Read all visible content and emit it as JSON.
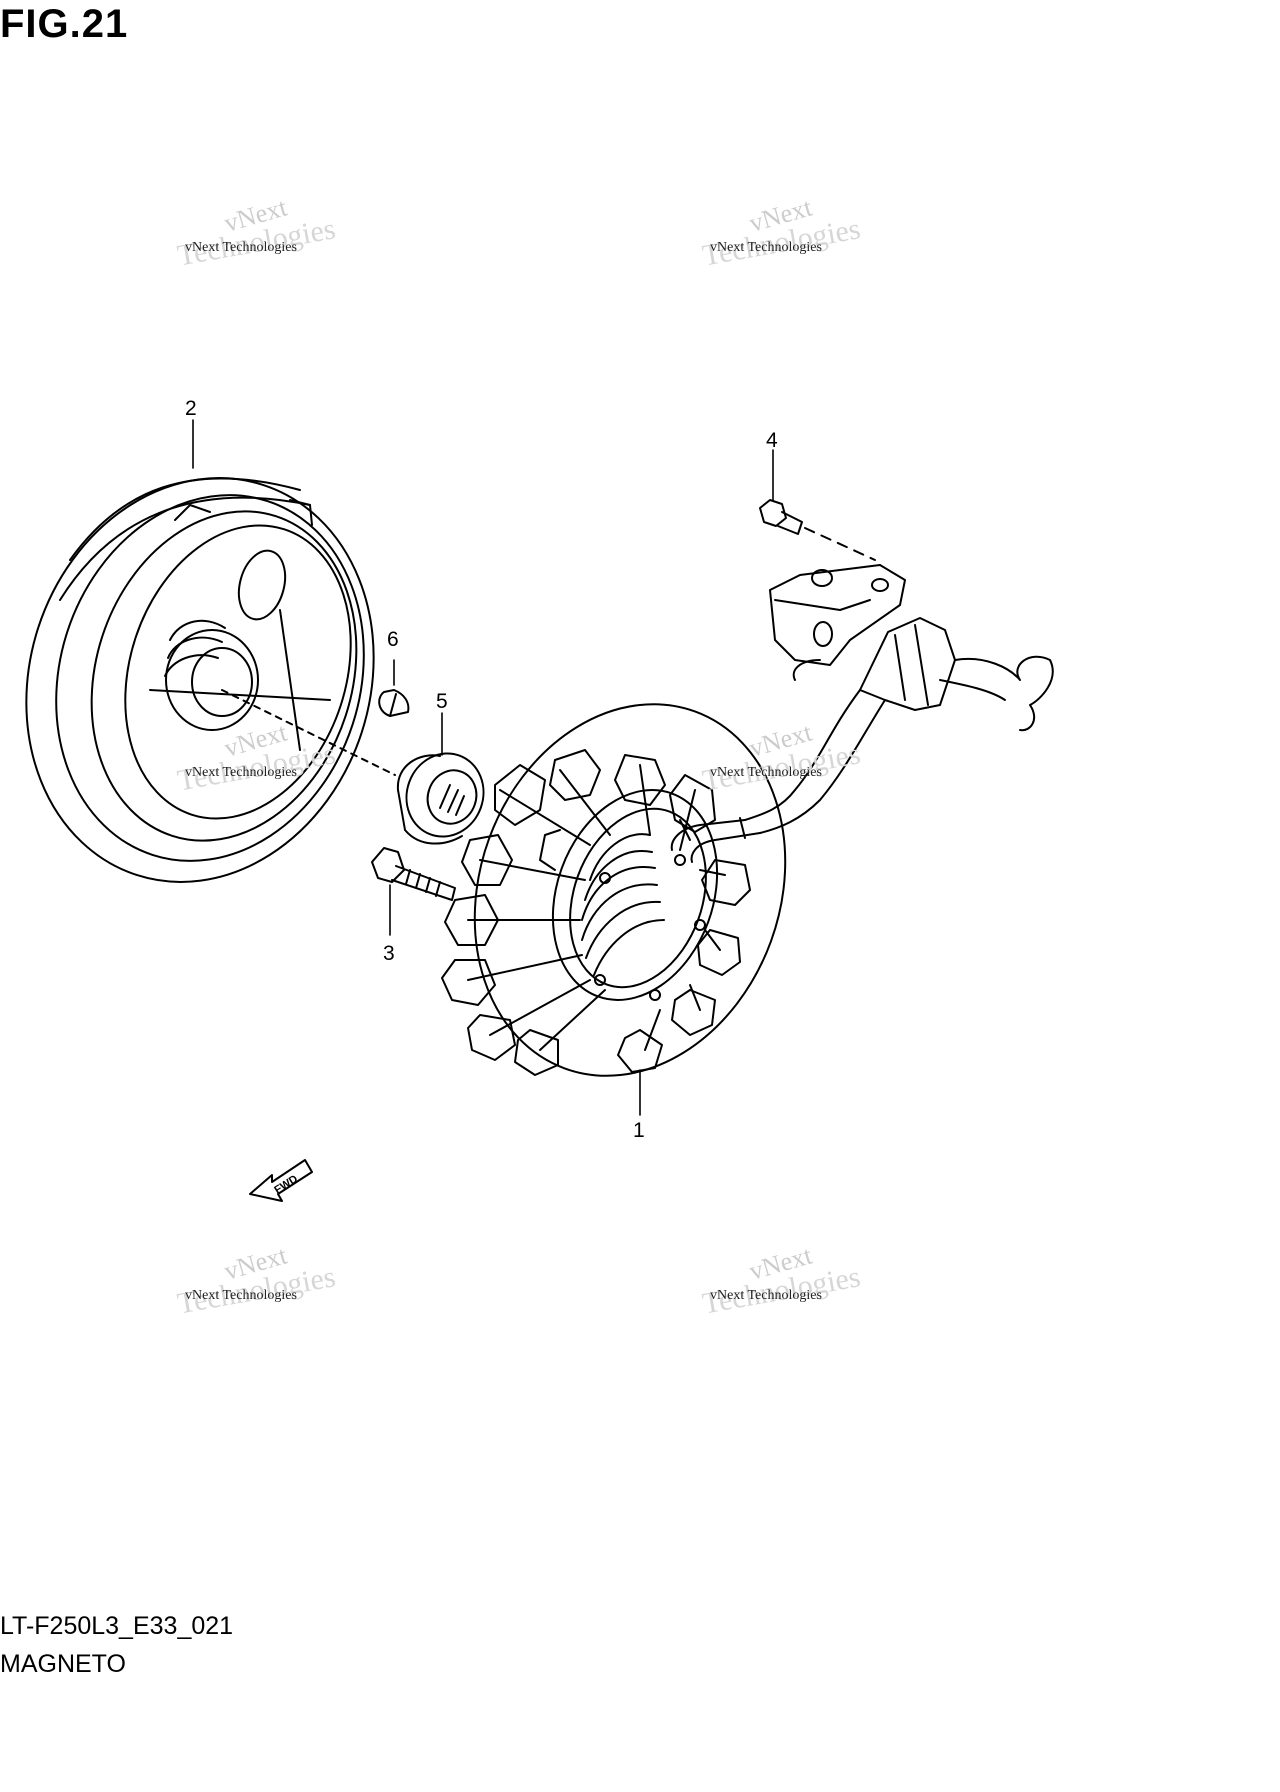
{
  "title": "FIG.21",
  "diagram_code": "LT-F250L3_E33_021",
  "caption": "MAGNETO",
  "watermark": {
    "line_a": "vNext",
    "line_b": "vNext Technologies",
    "line_c": "Technologies"
  },
  "callouts": [
    "1",
    "2",
    "3",
    "4",
    "5",
    "6"
  ],
  "fwd_label": "FWD"
}
